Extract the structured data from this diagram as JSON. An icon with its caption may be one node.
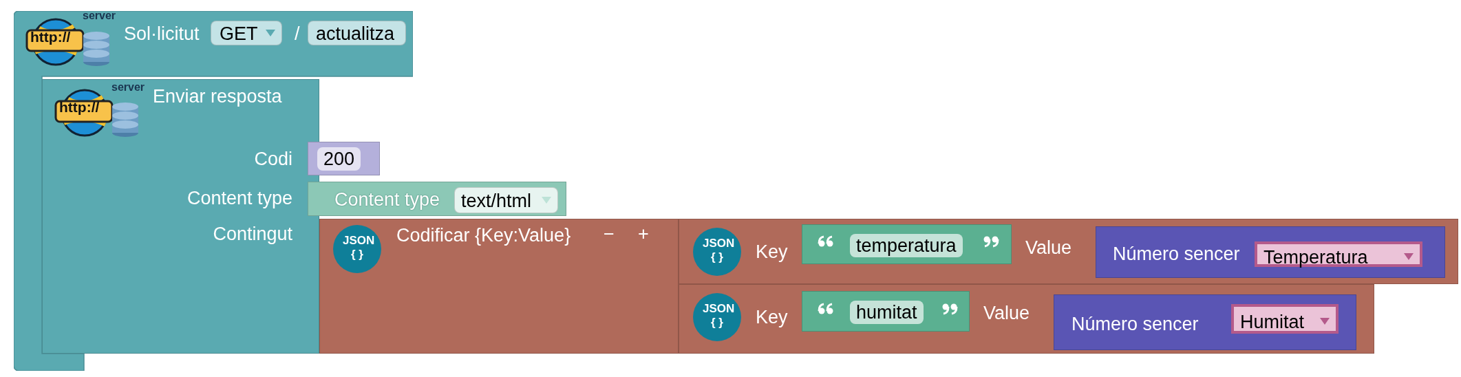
{
  "diagram": {
    "nodes": [
      {
        "text": [
          "Sol·licitut",
          "/"
        ]
      },
      {
        "text": [
          "GET"
        ],
        "in": 0
      },
      {
        "text": [
          "actualitza"
        ],
        "in": 0
      },
      {
        "text": [
          "Enviar resposta",
          "Codi",
          "Content type",
          "Contingut"
        ],
        "in": 0
      },
      {
        "text": [
          "200"
        ]
      },
      {
        "text": [
          "Content type"
        ]
      },
      {
        "text": [
          "text/html"
        ],
        "in": 5
      },
      {
        "text": [
          "JSON { }",
          "Codificar {Key:Value}",
          "−",
          "+"
        ]
      },
      {
        "text": [
          "JSON { }",
          "Key",
          "Value"
        ]
      },
      {
        "text": [
          "temperatura"
        ],
        "in": 8
      },
      {
        "text": [
          "Número sencer"
        ],
        "in": 8
      },
      {
        "text": [
          "Temperatura"
        ],
        "in": 10
      },
      {
        "text": [
          "JSON { }",
          "Key",
          "Value"
        ]
      },
      {
        "text": [
          "humitat"
        ],
        "in": 12
      },
      {
        "text": [
          "Número sencer"
        ],
        "in": 12
      },
      {
        "text": [
          "Humitat"
        ],
        "in": 14
      }
    ],
    "labels": [
      "server",
      "http://",
      "server",
      "http://"
    ]
  }
}
